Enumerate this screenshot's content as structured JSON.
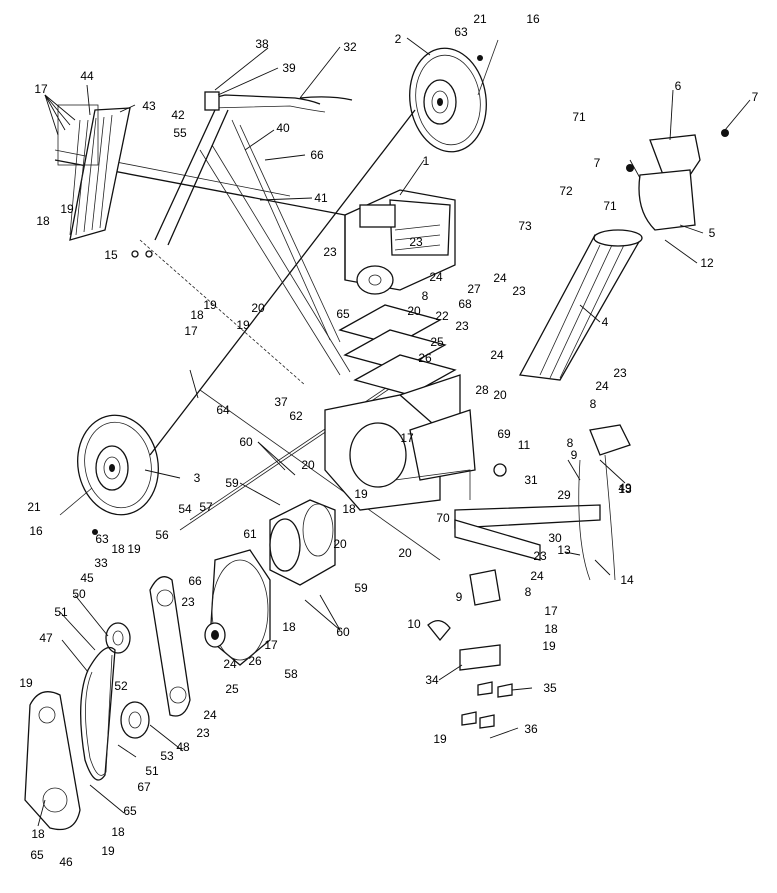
{
  "diagram": {
    "callouts": [
      "1",
      "2",
      "3",
      "4",
      "5",
      "6",
      "7",
      "8",
      "9",
      "10",
      "11",
      "12",
      "13",
      "14",
      "15",
      "16",
      "17",
      "18",
      "19",
      "20",
      "21",
      "22",
      "23",
      "24",
      "25",
      "26",
      "27",
      "28",
      "29",
      "30",
      "31",
      "32",
      "33",
      "34",
      "35",
      "36",
      "37",
      "38",
      "39",
      "40",
      "41",
      "42",
      "43",
      "44",
      "45",
      "46",
      "47",
      "48",
      "49",
      "50",
      "51",
      "52",
      "53",
      "54",
      "55",
      "56",
      "57",
      "58",
      "59",
      "60",
      "61",
      "62",
      "63",
      "64",
      "65",
      "66",
      "67",
      "68",
      "69",
      "70",
      "71",
      "72",
      "73"
    ]
  }
}
